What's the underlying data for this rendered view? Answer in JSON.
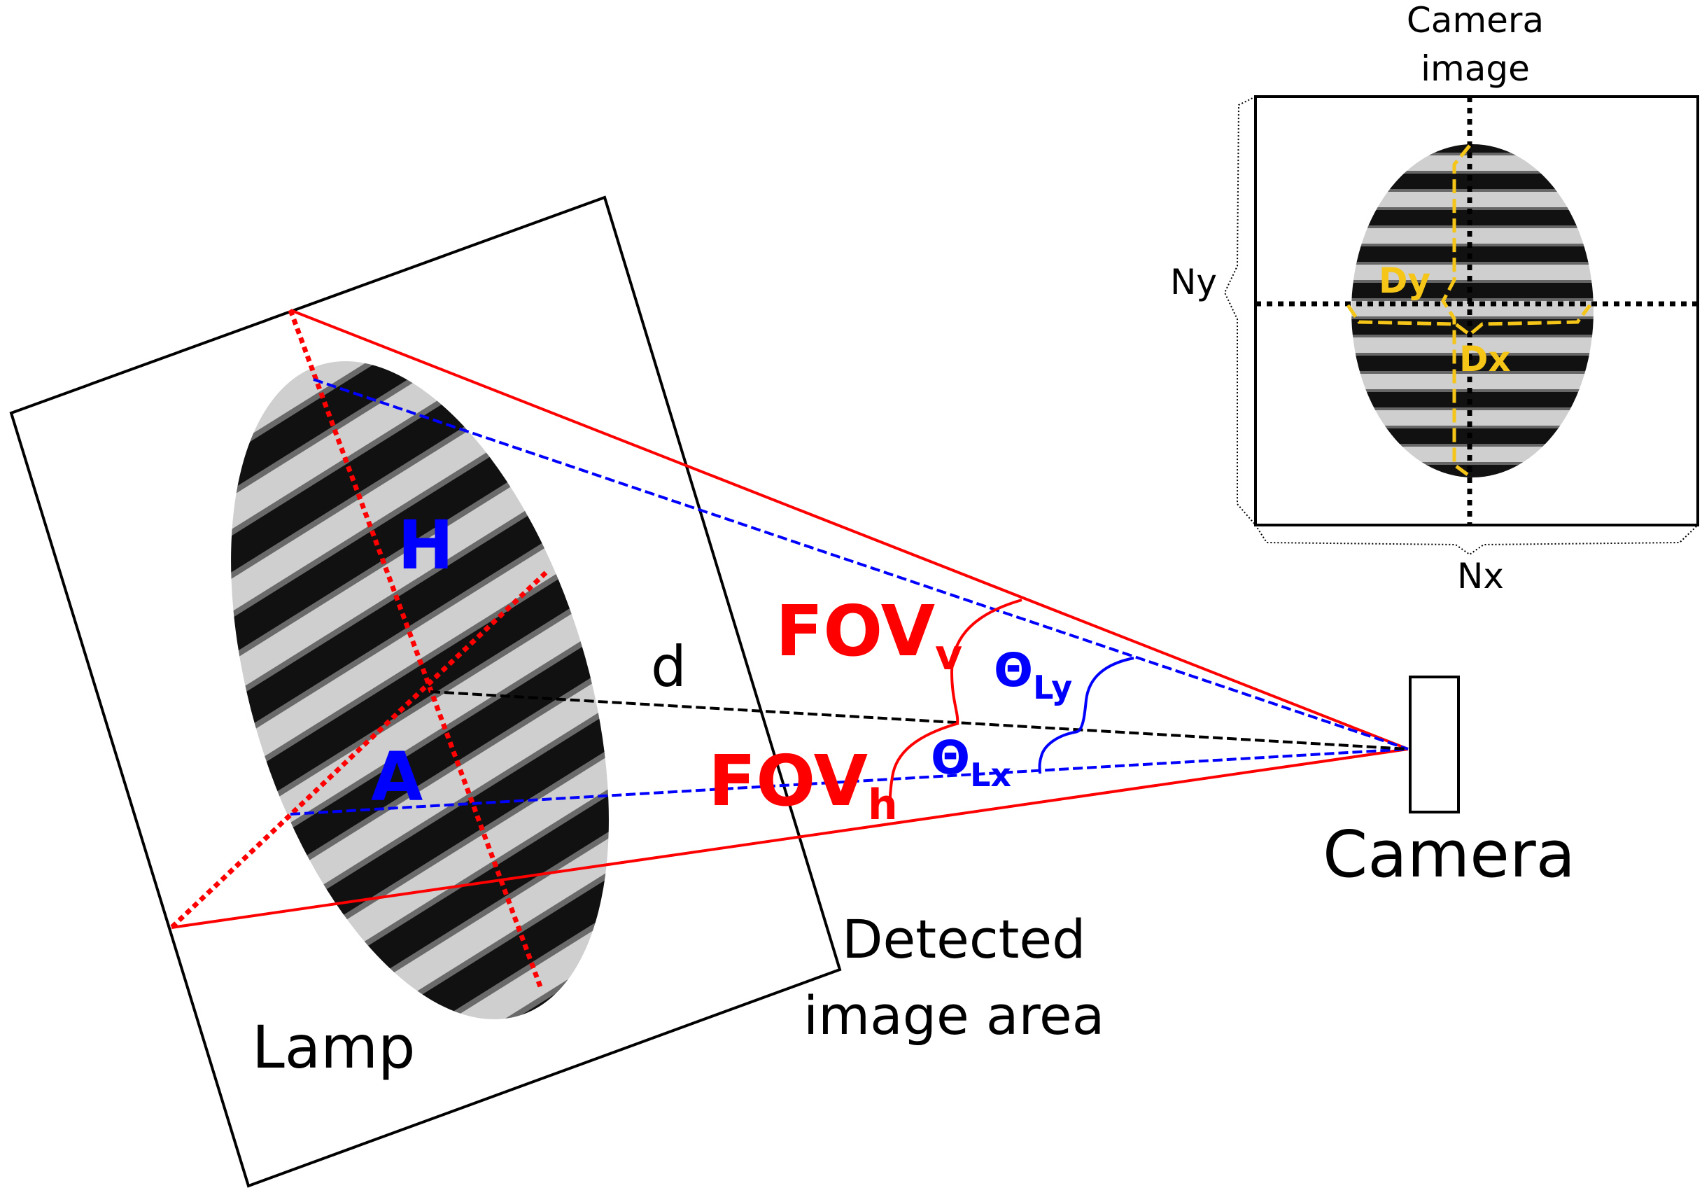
{
  "labels": {
    "camera_image": [
      "Camera",
      "image"
    ],
    "ny": "Ny",
    "nx": "Nx",
    "dy": "Dy",
    "dx": "Dx",
    "h": "H",
    "a": "A",
    "d": "d",
    "fov_v_main": "FOV",
    "fov_v_sub": "v",
    "fov_h_main": "FOV",
    "fov_h_sub": "h",
    "theta_ly_main": "Θ",
    "theta_ly_sub": "Ly",
    "theta_lx_main": "Θ",
    "theta_lx_sub": "Lx",
    "camera": "Camera",
    "detected_image_area": [
      "Detected",
      "image area"
    ],
    "lamp": "Lamp"
  },
  "colors": {
    "fov": "#ff0000",
    "theta": "#0000ff",
    "axis_d": "#000000",
    "camera_dims": "#f5c518",
    "outline": "#000000"
  }
}
